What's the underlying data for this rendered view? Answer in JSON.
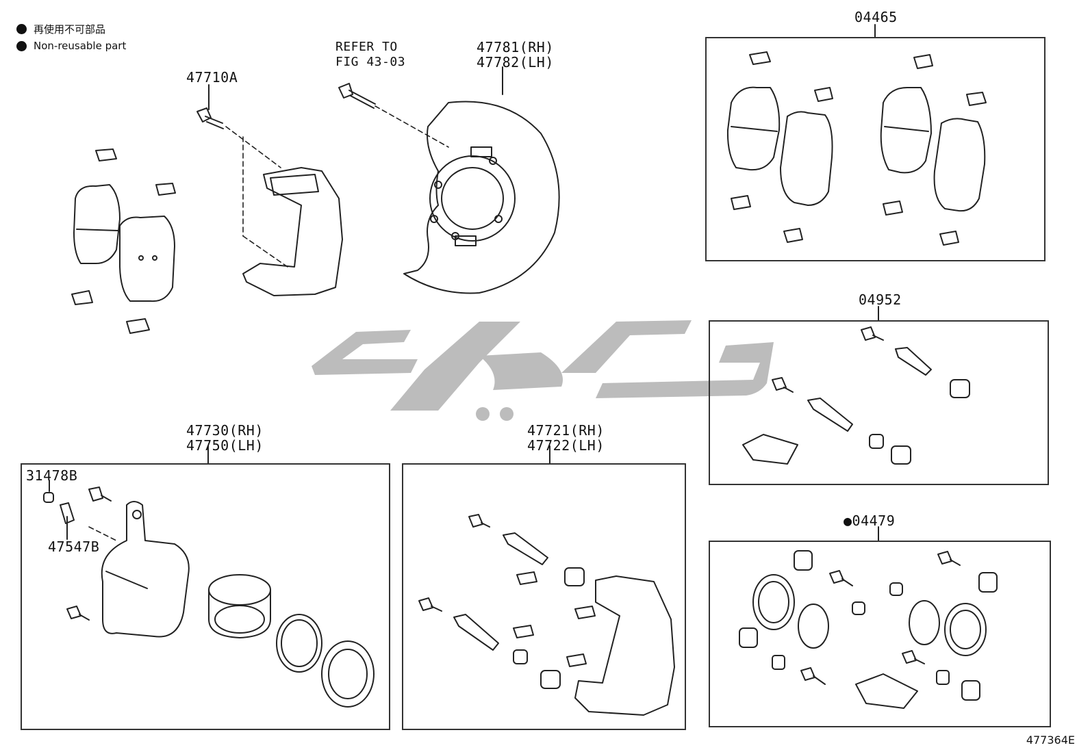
{
  "legend": {
    "line1": "再使用不可部品",
    "line2": "Non-reusable part"
  },
  "labels": {
    "caliper_bolt": "47710A",
    "refer_to_1": "REFER TO",
    "refer_to_2": "FIG 43-03",
    "dust_cover_rh": "47781(RH)",
    "dust_cover_lh": "47782(LH)",
    "pad_kit": "04465",
    "slide_pin_kit": "04952",
    "cylinder_kit": "●04479",
    "cylinder_rh": "47730(RH)",
    "cylinder_lh": "47750(LH)",
    "bleeder_cap": "31478B",
    "bleeder_plug": "47547B",
    "mounting_rh": "47721(RH)",
    "mounting_lh": "47722(LH)"
  },
  "figure_number": "477364E",
  "colors": {
    "line": "#222222",
    "watermark": "#bcbcbc",
    "box_border": "#333333"
  }
}
